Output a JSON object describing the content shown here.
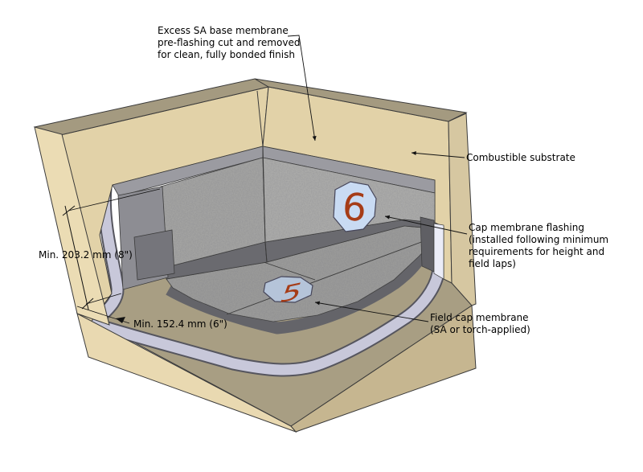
{
  "figure": {
    "type": "construction-detail-diagram",
    "callouts": {
      "excess_membrane": {
        "lines": [
          "Excess SA base membrane",
          "pre-flashing cut and removed",
          "for clean, fully bonded finish"
        ]
      },
      "combustible_substrate": {
        "label": "Combustible substrate"
      },
      "cap_membrane_flashing": {
        "lines": [
          "Cap membrane flashing",
          "(installed following minimum",
          "requirements for height and",
          "field laps)"
        ],
        "marker": "6"
      },
      "field_cap_membrane": {
        "lines": [
          "Field cap membrane",
          "(SA or torch-applied)"
        ],
        "marker": "5"
      }
    },
    "dimensions": {
      "flashing_height": "Min. 203.2 mm (8\")",
      "field_lap": "Min. 152.4 mm (6\")"
    },
    "palette": {
      "substrate_tan": "#e2d2a8",
      "cut_face_cream": "#ebdcb4",
      "cut_face_dark_tan": "#c6b690",
      "top_band_olive": "#a49a80",
      "deck_olive": "#a89e83",
      "membrane_gray": "#9b9ba1",
      "flashing_dark_gray": "#66666b",
      "sa_membrane_lavender": "#c8c8da",
      "speckle_gray": "#a6a6a4",
      "marker_badge_blue": "#c9dbf3",
      "marker_number_rust": "#a63c17",
      "line_color": "#1a1a1a"
    }
  }
}
